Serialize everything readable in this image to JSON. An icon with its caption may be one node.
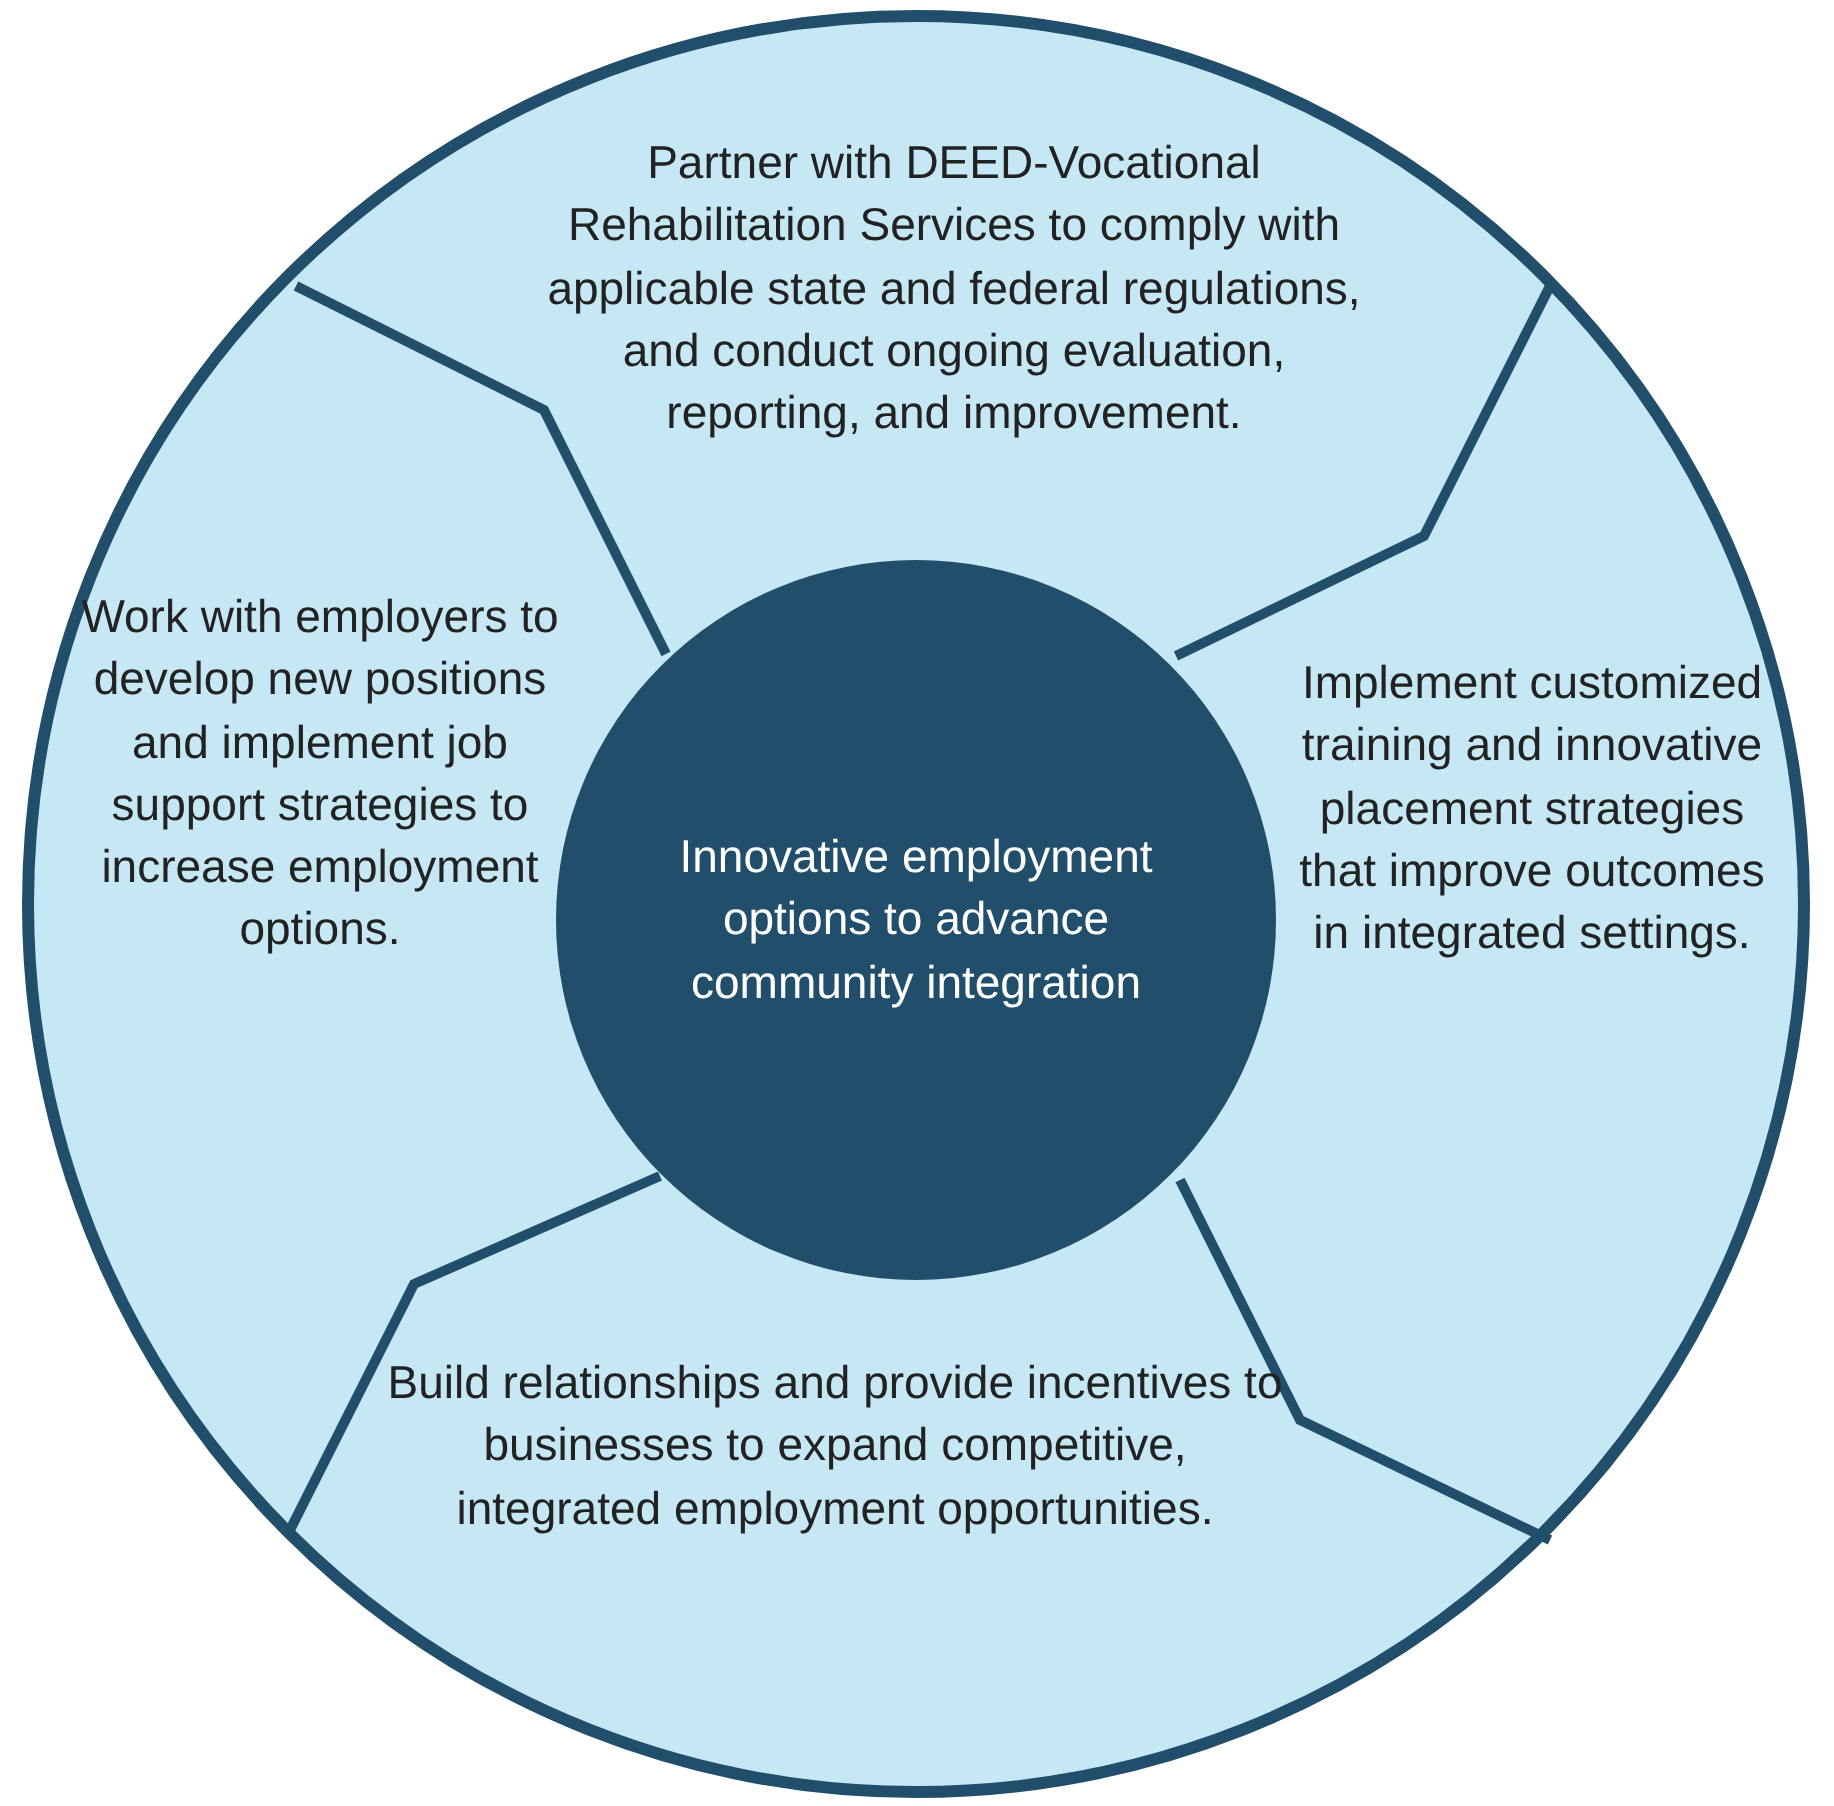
{
  "diagram": {
    "nodes": [
      {
        "text": [
          "Partner with DEED-Vocational Rehabilitation Services to comply with applicable state and federal regulations, and conduct ongoing evaluation, reporting, and improvement."
        ]
      },
      {
        "text": [
          "Work with employers to develop new positions and implement job support strategies to increase employment options."
        ]
      },
      {
        "text": [
          "Innovative employment options to advance community integration"
        ]
      },
      {
        "text": [
          "Implement customized training and innovative placement strategies that improve outcomes in integrated settings."
        ]
      },
      {
        "text": [
          "Build relationships and provide incentives to businesses to expand competitive, integrated employment opportunities."
        ]
      }
    ]
  }
}
